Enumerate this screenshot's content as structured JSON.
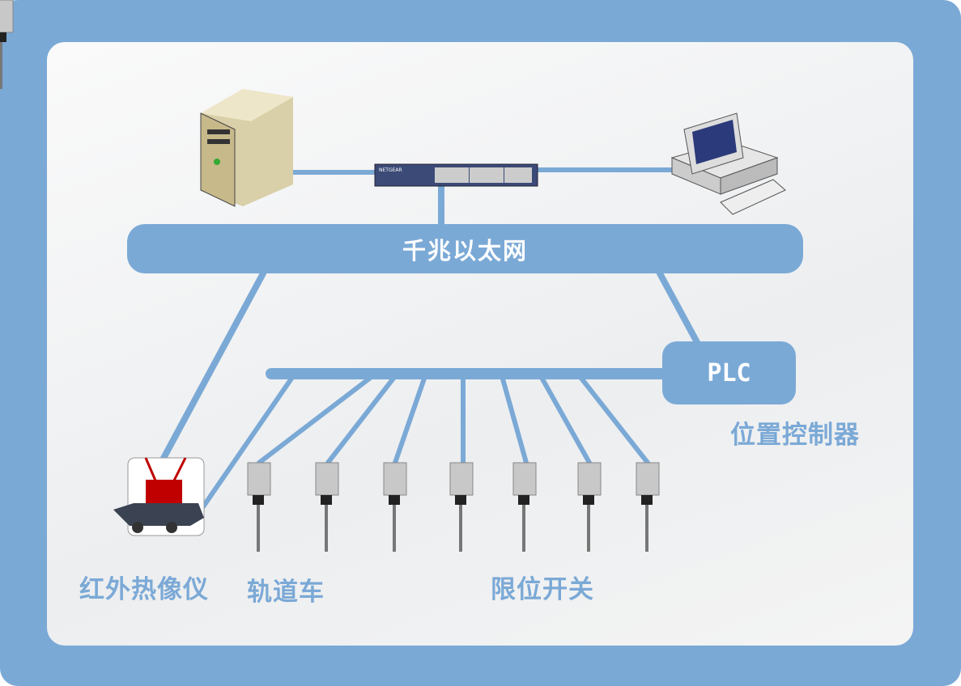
{
  "network": {
    "label": "千兆以太网"
  },
  "plc": {
    "label": "PLC",
    "caption": "位置控制器"
  },
  "devices": {
    "thermal_imager": "红外热像仪",
    "rail_cart": "轨道车",
    "limit_switches": "限位开关"
  },
  "switch": {
    "brand": "NETGEAR"
  },
  "colors": {
    "accent": "#7ba9d6",
    "imager_red": "#c00000"
  }
}
